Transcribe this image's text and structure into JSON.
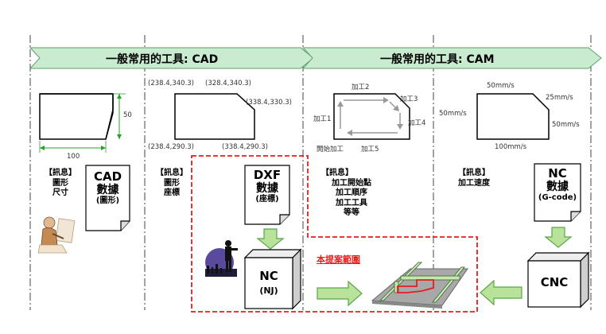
{
  "banners": {
    "cad": "一般常用的工具: CAD",
    "cam": "一般常用的工具: CAM"
  },
  "cad_shape": {
    "height_label": "50",
    "width_label": "100"
  },
  "dxf_shape": {
    "coord_top_left": "(238.4,340.3)",
    "coord_top_right": "(328.4,340.3)",
    "coord_chamfer": "(338.4,330.3)",
    "coord_bottom_left": "(238.4,290.3)",
    "coord_bottom_right": "(338.4,290.3)"
  },
  "path_shape": {
    "label_1": "加工1",
    "label_2": "加工2",
    "label_3": "加工3",
    "label_4": "加工4",
    "label_5": "加工5",
    "label_start": "開始加工"
  },
  "speed_shape": {
    "speed_top": "50mm/s",
    "speed_chamfer": "25mm/s",
    "speed_left": "50mm/s",
    "speed_right": "50mm/s",
    "speed_bottom": "100mm/s"
  },
  "info_blocks": {
    "cad_info": {
      "title": "【訊息】",
      "lines": [
        "圖形",
        "尺寸"
      ]
    },
    "dxf_info": {
      "title": "【訊息】",
      "lines": [
        "圖形",
        "座標"
      ]
    },
    "path_info": {
      "title": "【訊息】",
      "lines": [
        "加工開始點",
        "加工順序",
        "加工工具",
        "等等"
      ]
    },
    "speed_info": {
      "title": "【訊息】",
      "lines": [
        "加工速度"
      ]
    }
  },
  "documents": {
    "cad_doc": {
      "line1": "CAD",
      "line2": "數據",
      "line3": "(圖形)"
    },
    "dxf_doc": {
      "line1": "DXF",
      "line2": "數據",
      "line3": "(座標)"
    },
    "nc_doc": {
      "line1": "NC",
      "line2": "數據",
      "line3": "(G-code)"
    }
  },
  "machines": {
    "nc_box": {
      "line1": "NC",
      "line2": "(NJ)"
    },
    "cnc_box": {
      "line1": "CNC"
    }
  },
  "proposal_title": "本提案範圍",
  "colors": {
    "banner_fill": "#c9ecd0",
    "arrow_fill": "#b9e39a",
    "arrow_stroke": "#5aa64a",
    "red_dash": "#e81c1c",
    "cut_path": "#e81c1c",
    "table_gray": "#a8a8a8"
  }
}
